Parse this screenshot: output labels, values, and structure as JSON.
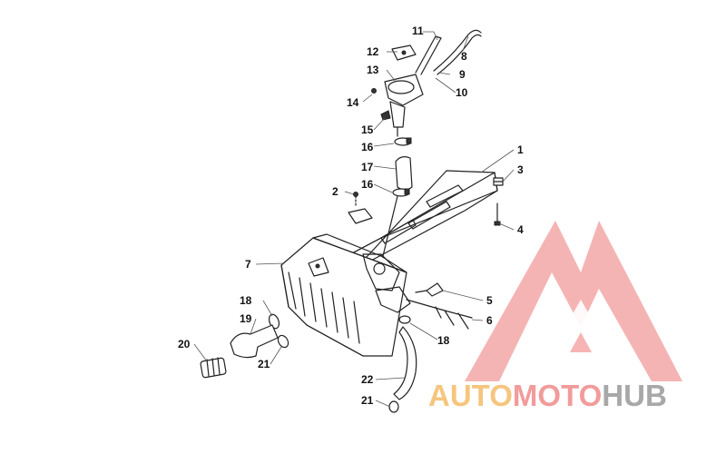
{
  "diagram": {
    "callouts": [
      {
        "id": "c11",
        "label": "11"
      },
      {
        "id": "c12",
        "label": "12"
      },
      {
        "id": "c8",
        "label": "8"
      },
      {
        "id": "c13",
        "label": "13"
      },
      {
        "id": "c9",
        "label": "9"
      },
      {
        "id": "c10",
        "label": "10"
      },
      {
        "id": "c14",
        "label": "14"
      },
      {
        "id": "c15",
        "label": "15"
      },
      {
        "id": "c16a",
        "label": "16"
      },
      {
        "id": "c1",
        "label": "1"
      },
      {
        "id": "c17",
        "label": "17"
      },
      {
        "id": "c3",
        "label": "3"
      },
      {
        "id": "c16b",
        "label": "16"
      },
      {
        "id": "c2",
        "label": "2"
      },
      {
        "id": "c4",
        "label": "4"
      },
      {
        "id": "c7",
        "label": "7"
      },
      {
        "id": "c5",
        "label": "5"
      },
      {
        "id": "c18a",
        "label": "18"
      },
      {
        "id": "c6",
        "label": "6"
      },
      {
        "id": "c19",
        "label": "19"
      },
      {
        "id": "c20",
        "label": "20"
      },
      {
        "id": "c18b",
        "label": "18"
      },
      {
        "id": "c21a",
        "label": "21"
      },
      {
        "id": "c22",
        "label": "22"
      },
      {
        "id": "c21b",
        "label": "21"
      }
    ]
  },
  "watermark": {
    "part1": "AUTO",
    "part2": "MOTO",
    "part3": "HUB",
    "colors": {
      "auto": "#f6c57e",
      "moto": "#f29b9b",
      "hub": "#a8a8a8",
      "logo": "#f08a8a"
    }
  }
}
